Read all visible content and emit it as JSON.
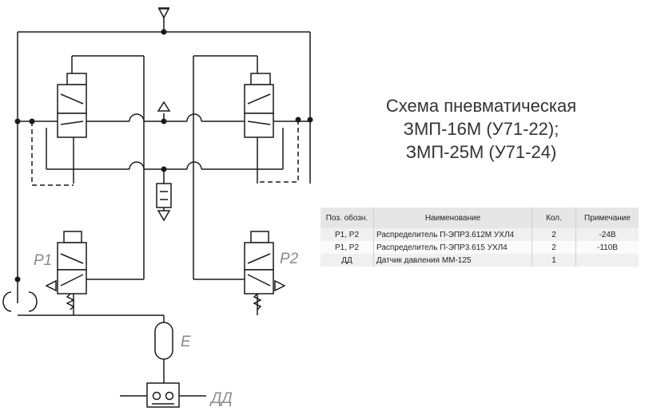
{
  "diagram": {
    "title_lines": [
      "Схема пневматическая",
      "ЗМП-16М (У71-22);",
      "ЗМП-25М (У71-24)"
    ],
    "labels": {
      "p1": "P1",
      "p2": "P2",
      "e": "E",
      "dd": "ДД"
    }
  },
  "spec_table": {
    "headers": {
      "pos": "Поз. обозн.",
      "name": "Наименование",
      "qty": "Кол.",
      "note": "Примечание"
    },
    "rows": [
      {
        "pos": "P1, P2",
        "name": "Распределитель П-ЭПР3.612М УХЛ4",
        "qty": "2",
        "note": "-24В"
      },
      {
        "pos": "P1, P2",
        "name": "Распределитель П-ЭПР3.615 УХЛ4",
        "qty": "2",
        "note": "-110В"
      },
      {
        "pos": "ДД",
        "name": "Датчик давления ММ-125",
        "qty": "1",
        "note": ""
      }
    ]
  },
  "colors": {
    "line": "#1a1a1a",
    "label_gray": "#8a8a8a",
    "table_header_bg": "#e6e6e6"
  }
}
